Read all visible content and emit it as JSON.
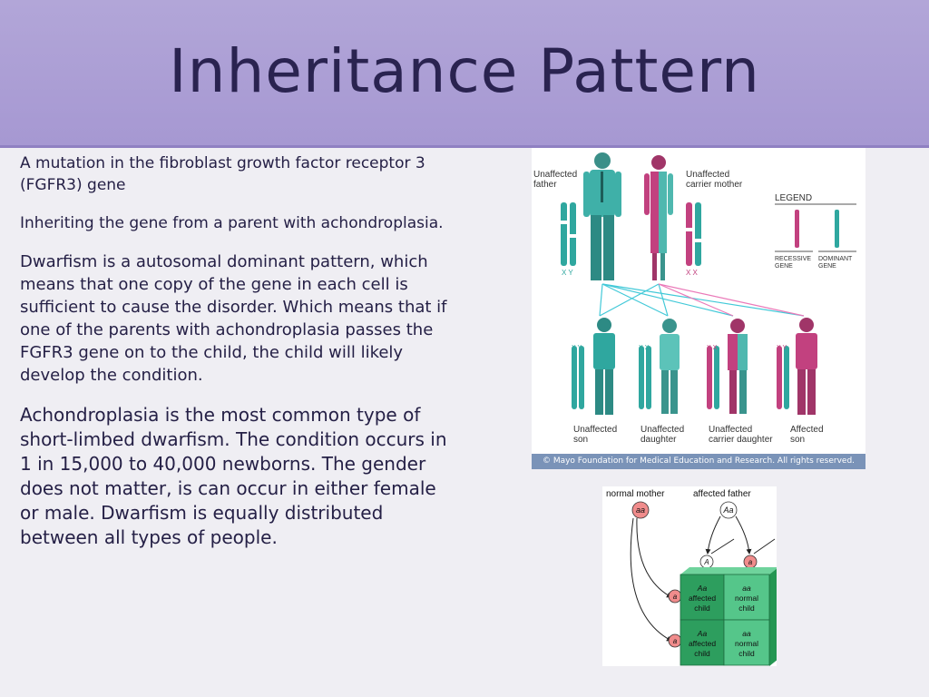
{
  "slide": {
    "title": "Inheritance Pattern",
    "paragraphs": [
      "A mutation in the fibroblast growth factor receptor 3 (FGFR3) gene",
      "Inheriting the gene from a parent with achondroplasia.",
      "Dwarfism is a autosomal dominant pattern, which means that one copy of the gene in each cell is sufficient to cause the disorder. Which means that if one of the parents with achondroplasia passes the FGFR3 gene on to the child, the child will likely develop the condition.",
      "Achondroplasia is the most common type of short-limbed dwarfism. The condition occurs in 1 in 15,000 to 40,000 newborns. The gender does not matter, is can occur in either female or male. Dwarfism is equally distributed between all types of people."
    ]
  },
  "figure1": {
    "parent_father_l1": "Unaffected",
    "parent_father_l2": "father",
    "parent_mother_l1": "Unaffected",
    "parent_mother_l2": "carrier mother",
    "legend_title": "LEGEND",
    "legend_recessive_l1": "RECESSIVE",
    "legend_recessive_l2": "GENE",
    "legend_dominant_l1": "DOMINANT",
    "legend_dominant_l2": "GENE",
    "father_chrom": "X Y",
    "mother_chrom": "X X",
    "child1_chrom": "X Y",
    "child2_chrom": "X X",
    "child3_chrom": "X X",
    "child4_chrom": "X Y",
    "child1_l1": "Unaffected",
    "child1_l2": "son",
    "child2_l1": "Unaffected",
    "child2_l2": "daughter",
    "child3_l1": "Unaffected",
    "child3_l2": "carrier daughter",
    "child4_l1": "Affected",
    "child4_l2": "son",
    "credit": "© Mayo Foundation for Medical Education and Research. All rights reserved.",
    "colors": {
      "teal": "#2fa79f",
      "magenta": "#c2417f",
      "pink_line": "#ea7ab9"
    }
  },
  "figure2": {
    "mother_label": "normal mother",
    "father_label": "affected father",
    "mother_genotype": "aa",
    "father_genotype": "Aa",
    "allele_A": "A",
    "allele_a": "a",
    "cells": [
      {
        "genotype": "Aa",
        "l1": "affected",
        "l2": "child"
      },
      {
        "genotype": "aa",
        "l1": "normal",
        "l2": "child"
      },
      {
        "genotype": "Aa",
        "l1": "affected",
        "l2": "child"
      },
      {
        "genotype": "aa",
        "l1": "normal",
        "l2": "child"
      }
    ],
    "colors": {
      "allele_pink": "#f08c8c",
      "dark_green": "#2d9e5e",
      "light_green": "#55c68a"
    }
  }
}
